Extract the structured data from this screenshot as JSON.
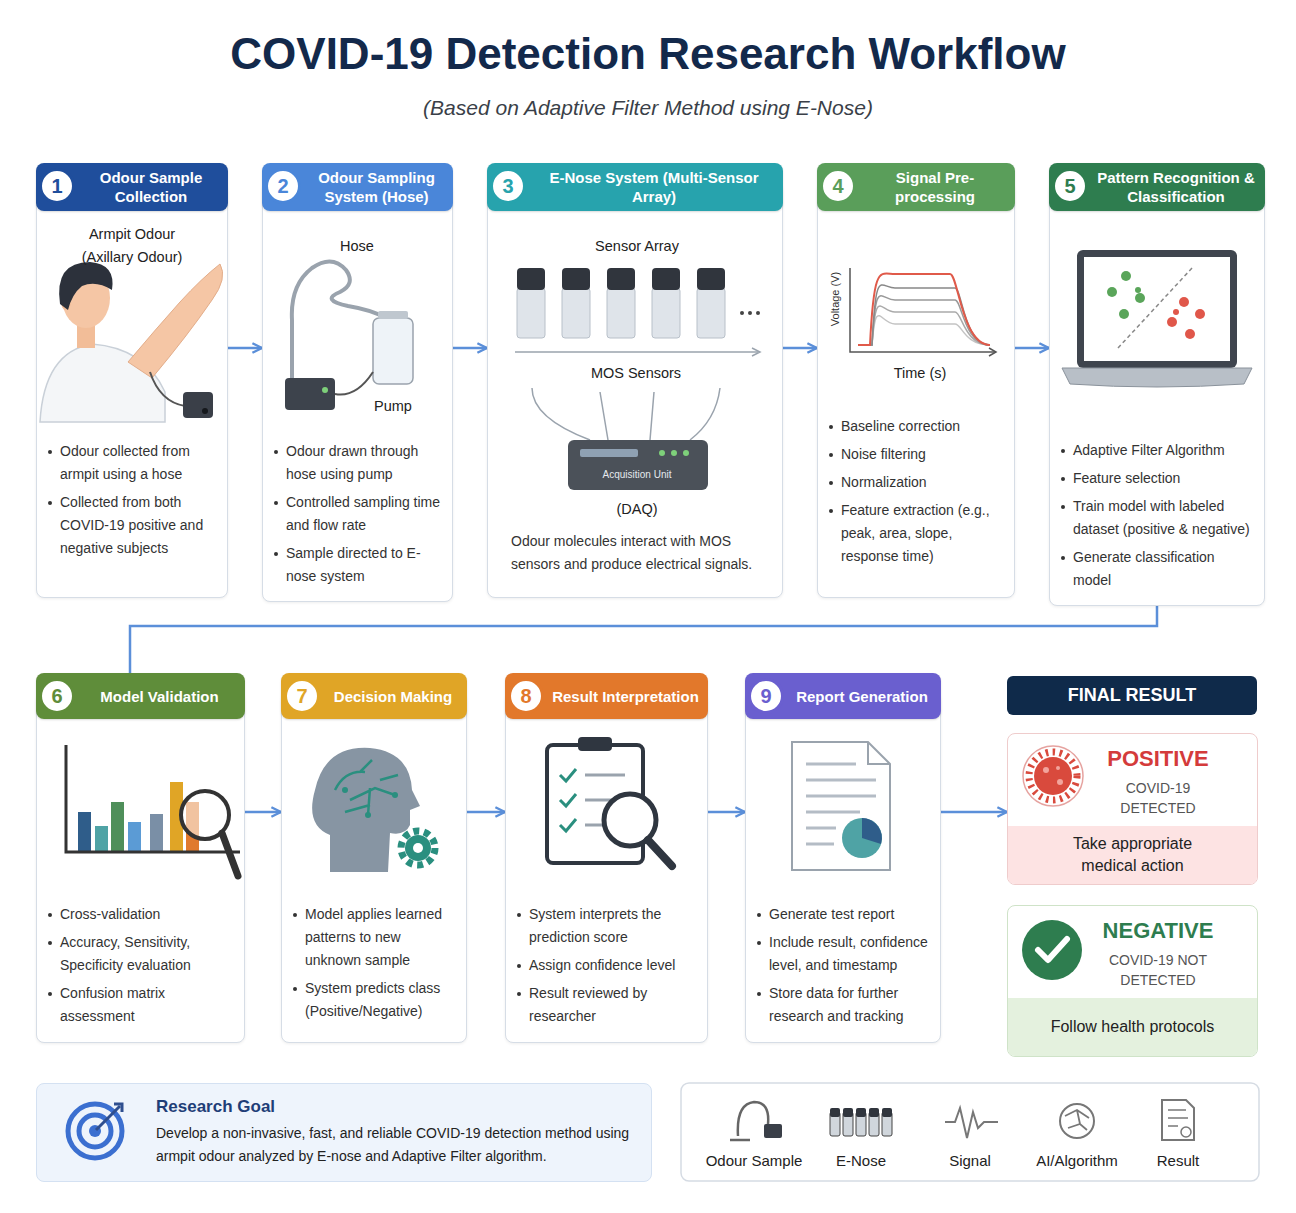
{
  "diagram": {
    "title": "COVID-19 Detection Research Workflow",
    "caption": "(Based on Adaptive Filter Method using E-Nose)",
    "nodes": [
      {
        "text": [
          "Armpit Odour (Axillary Odour)",
          "Odour collected from armpit using a hose",
          "Collected from both COVID-19 positive and negative subjects"
        ]
      },
      {
        "text": [
          "1",
          "Odour Sample Collection"
        ],
        "in": 0
      },
      {
        "text": [
          "Hose",
          "Pump",
          "Odour drawn through hose using pump",
          "Controlled sampling time and flow rate",
          "Sample directed to E-nose system"
        ]
      },
      {
        "text": [
          "2",
          "Odour Sampling System (Hose)"
        ],
        "in": 2
      },
      {
        "text": [
          "Sensor Array",
          "MOS Sensors",
          "Acquisition Unit",
          "(DAQ)",
          "Odour molecules interact with MOS sensors and produce electrical signals."
        ]
      },
      {
        "text": [
          "3",
          "E-Nose System (Multi-Sensor Array)"
        ],
        "in": 4
      },
      {
        "text": [
          "Voltage (V)",
          "Time (s)",
          "Baseline correction",
          "Noise filtering",
          "Normalization",
          "Feature extraction (e.g., peak, area, slope, response time)"
        ]
      },
      {
        "text": [
          "4",
          "Signal Pre-processing"
        ],
        "in": 6
      },
      {
        "text": [
          "Adaptive Filter Algorithm",
          "Feature selection",
          "Train model with labeled dataset (positive & negative)",
          "Generate classification model"
        ]
      },
      {
        "text": [
          "5",
          "Pattern Recognition & Classification"
        ],
        "in": 8
      },
      {
        "text": [
          "Cross-validation",
          "Accuracy, Sensitivity, Specificity evaluation",
          "Confusion matrix assessment"
        ]
      },
      {
        "text": [
          "6",
          "Model Validation"
        ],
        "in": 10
      },
      {
        "text": [
          "Model applies learned patterns to new unknown sample",
          "System predicts class (Positive/Negative)"
        ]
      },
      {
        "text": [
          "7",
          "Decision Making"
        ],
        "in": 12
      },
      {
        "text": [
          "System interprets the prediction score",
          "Assign confidence level",
          "Result reviewed by researcher"
        ]
      },
      {
        "text": [
          "8",
          "Result Interpretation"
        ],
        "in": 14
      },
      {
        "text": [
          "Generate test report",
          "Include result, confidence level, and timestamp",
          "Store data for further research and tracking"
        ]
      },
      {
        "text": [
          "9",
          "Report Generation"
        ],
        "in": 16
      },
      {
        "text": [
          "FINAL RESULT"
        ]
      },
      {
        "text": [
          "POSITIVE",
          "COVID-19 DETECTED",
          "Take appropriate medical action"
        ]
      },
      {
        "text": [
          "NEGATIVE",
          "COVID-19 NOT DETECTED",
          "Follow health protocols"
        ]
      },
      {
        "text": [
          "Research Goal",
          "Develop a non-invasive, fast, and reliable COVID-19 detection method using armpit odour analyzed by E-nose and Adaptive Filter algorithm."
        ]
      }
    ],
    "edges": [
      {
        "from": 0,
        "to": 2,
        "arrow": "to"
      },
      {
        "from": 2,
        "to": 4,
        "arrow": "to"
      },
      {
        "from": 4,
        "to": 6,
        "arrow": "to"
      },
      {
        "from": 6,
        "to": 8,
        "arrow": "to"
      },
      {
        "from": 8,
        "to": 10,
        "arrow": "none"
      },
      {
        "from": 10,
        "to": 12,
        "arrow": "to"
      },
      {
        "from": 12,
        "to": 14,
        "arrow": "to"
      },
      {
        "from": 14,
        "to": 16,
        "arrow": "to"
      },
      {
        "from": 16,
        "to": 19,
        "arrow": "to"
      }
    ],
    "legend": [
      {
        "text": "Odour Sample"
      },
      {
        "text": "E-Nose"
      },
      {
        "text": "Signal"
      },
      {
        "text": "AI/Algorithm"
      },
      {
        "text": "Result"
      }
    ]
  }
}
